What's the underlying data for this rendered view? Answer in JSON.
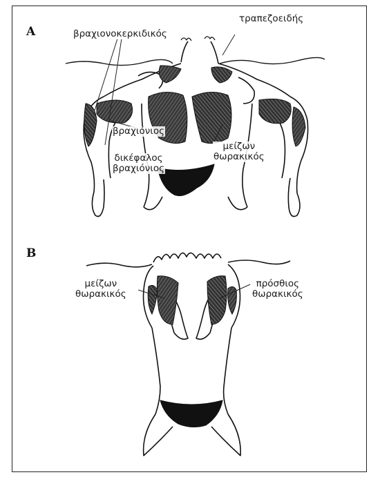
{
  "panel_a": {
    "letter": "A",
    "labels": {
      "brachioradialis": "βραχιονοκερκιδικός",
      "trapezius": "τραπεζοειδής",
      "brachialis": "βραχιόνιος",
      "biceps": "δικέφαλος\nβραχιόνιος",
      "pec_major": "μείζων\nθωρακικός"
    }
  },
  "panel_b": {
    "letter": "B",
    "labels": {
      "pec_major": "μείζων\nθωρακικός",
      "serratus_anterior": "πρόσθιος\nθωρακικός"
    }
  }
}
